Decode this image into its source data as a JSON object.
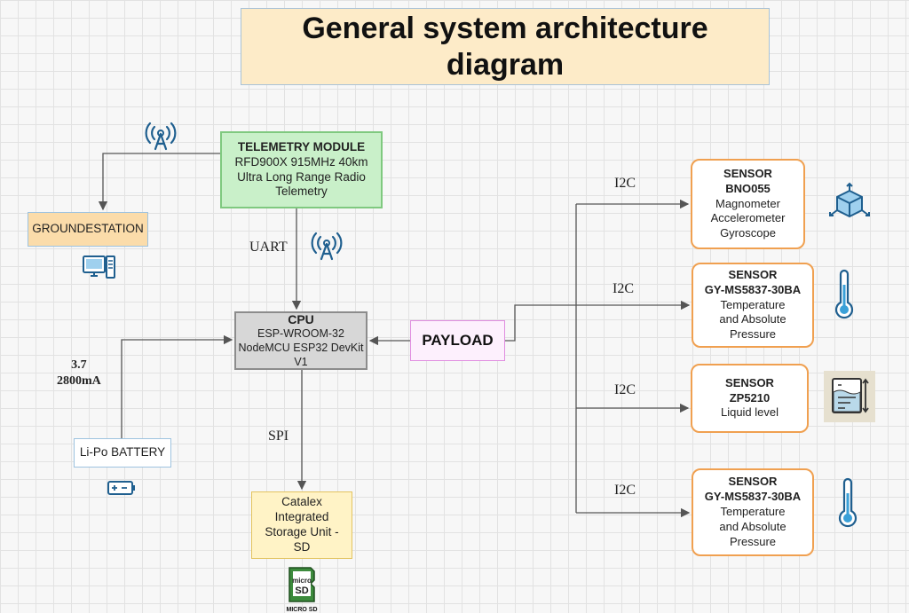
{
  "title": "General system architecture diagram",
  "telemetry": {
    "header": "TELEMETRY MODULE",
    "lines": [
      "RFD900X 915MHz 40km",
      "Ultra Long Range Radio",
      "Telemetry"
    ]
  },
  "groundstation": {
    "label": "GROUNDESTATION"
  },
  "cpu": {
    "header": "CPU",
    "lines": [
      "ESP-WROOM-32",
      "NodeMCU ESP32 DevKit",
      "V1"
    ]
  },
  "payload": {
    "label": "PAYLOAD"
  },
  "battery": {
    "label": "Li-Po BATTERY",
    "voltage": "3.7",
    "capacity": "2800mA"
  },
  "storage": {
    "lines": [
      "Catalex",
      "Integrated",
      "Storage Unit -",
      "SD"
    ]
  },
  "connections": {
    "uart": "UART",
    "spi": "SPI",
    "i2c_1": "I2C",
    "i2c_2": "I2C",
    "i2c_3": "I2C",
    "i2c_4": "I2C"
  },
  "sensors": [
    {
      "header": "SENSOR",
      "model": "BNO055",
      "desc": [
        "Magnometer",
        "Accelerometer",
        "Gyroscope"
      ]
    },
    {
      "header": "SENSOR",
      "model": "GY-MS5837-30BA",
      "desc": [
        "Temperature",
        "and Absolute",
        "Pressure"
      ]
    },
    {
      "header": "SENSOR",
      "model": "ZP5210",
      "desc": [
        "Liquid level"
      ]
    },
    {
      "header": "SENSOR",
      "model": "GY-MS5837-30BA",
      "desc": [
        "Temperature",
        "and Absolute",
        "Pressure"
      ]
    }
  ],
  "icons": {
    "antenna": "antenna-icon",
    "computer": "computer-icon",
    "battery": "battery-icon",
    "microsd": "microsd-icon",
    "cube": "cube-axes-icon",
    "thermometer": "thermometer-icon",
    "liquid_level": "liquid-level-icon",
    "microsd_text": "MICRO SD"
  },
  "colors": {
    "wire": "#555555",
    "sensor_border": "#f0a050",
    "icon_blue": "#1f5f8f"
  }
}
